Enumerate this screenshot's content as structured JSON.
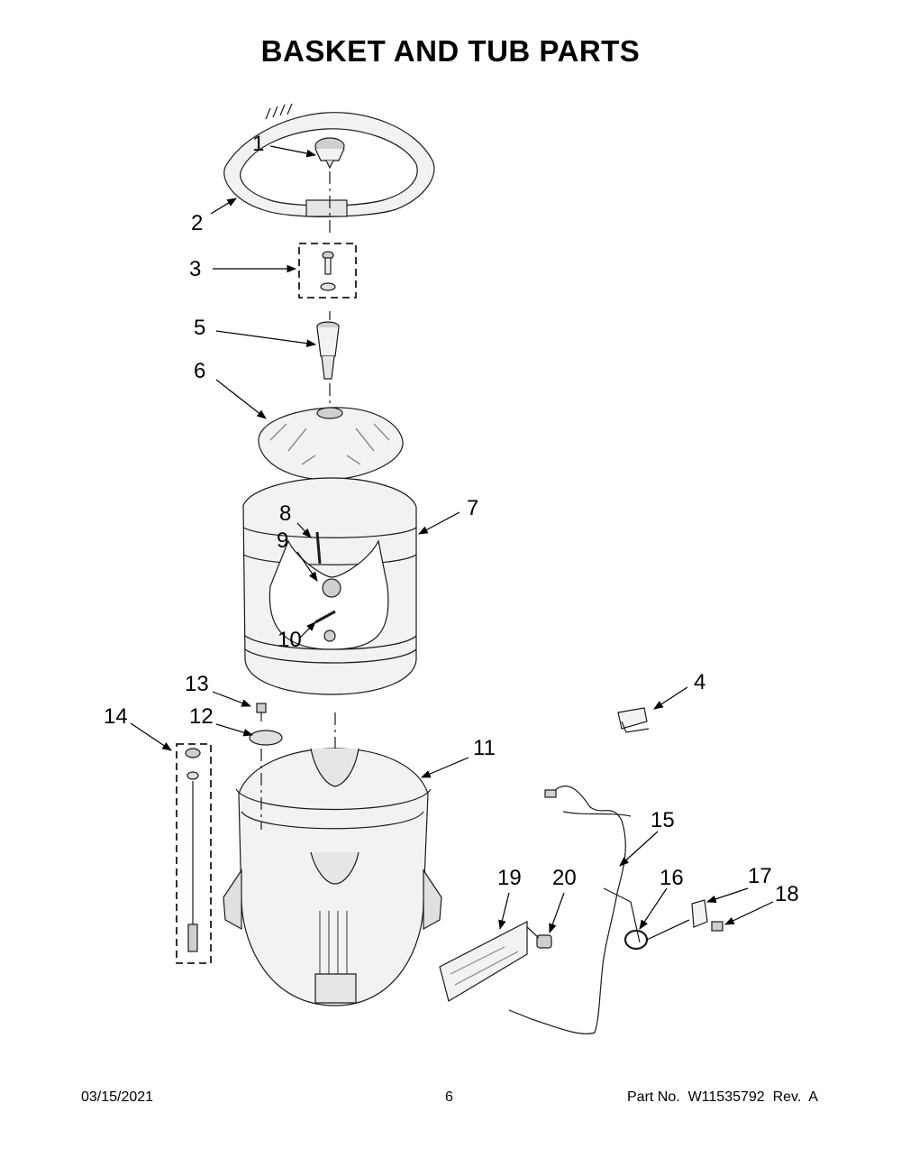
{
  "title": "BASKET AND TUB PARTS",
  "footer": {
    "date": "03/15/2021",
    "page_number": "6",
    "part_number": "Part No.  W11535792  Rev.  A"
  },
  "callouts": [
    "1",
    "2",
    "3",
    "4",
    "5",
    "6",
    "7",
    "8",
    "9",
    "10",
    "11",
    "12",
    "13",
    "14",
    "15",
    "16",
    "17",
    "18",
    "19",
    "20"
  ],
  "colors": {
    "line": "#1a1a1a",
    "part_fill": "#f2f2f2",
    "part_shade": "#cfcfcf"
  }
}
